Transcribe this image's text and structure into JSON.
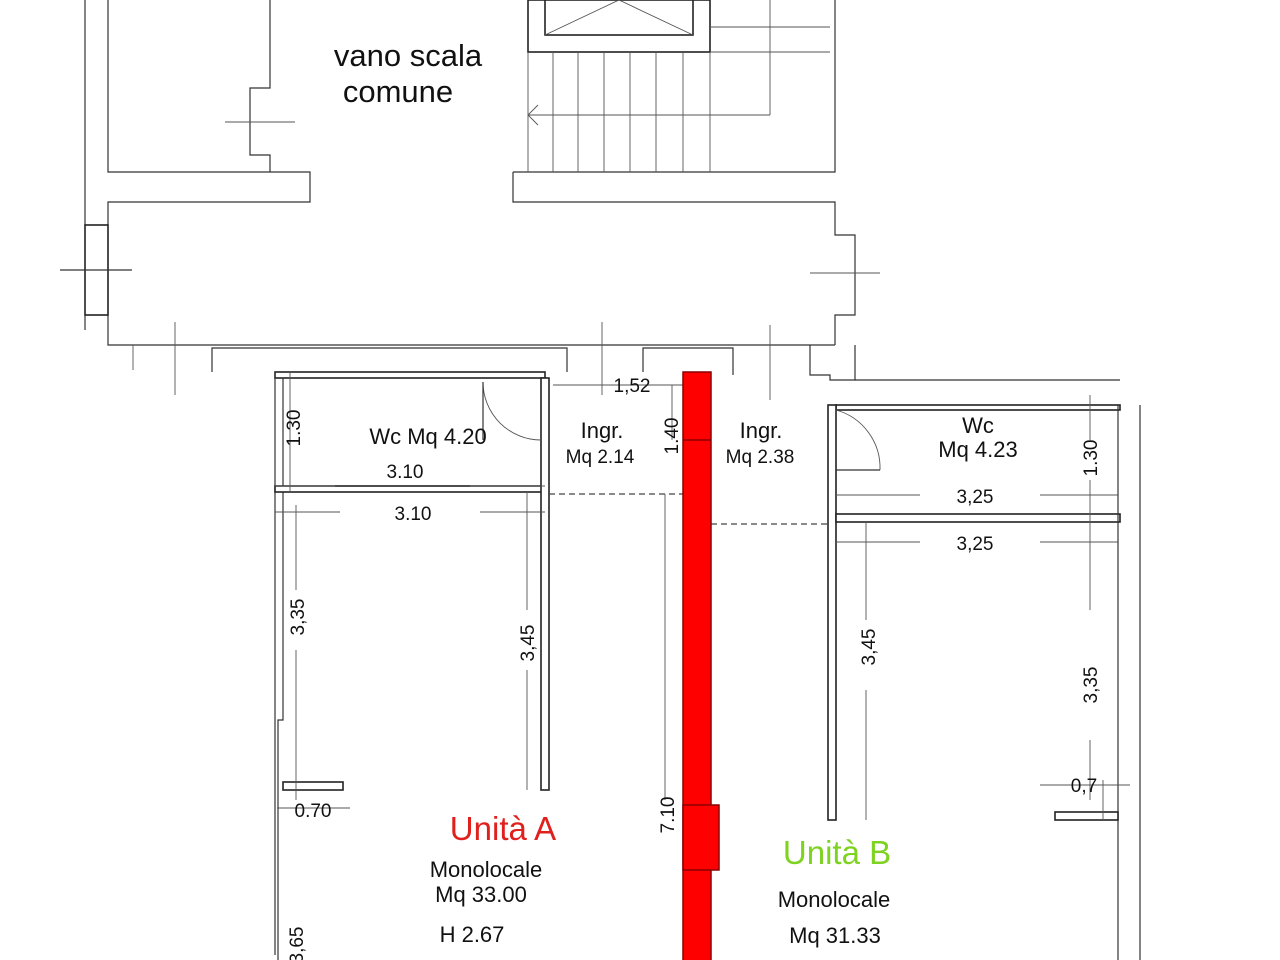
{
  "common_area": {
    "line1": "vano scala",
    "line2": "comune"
  },
  "unit_a": {
    "title": "Unità A",
    "type": "Monolocale",
    "area": "Mq 33.00",
    "height": "H 2.67",
    "color": "#e0201c",
    "wc": "Wc Mq 4.20",
    "entry_name": "Ingr.",
    "entry_area": "Mq 2.14"
  },
  "unit_b": {
    "title": "Unità B",
    "type": "Monolocale",
    "area": "Mq 31.33",
    "color": "#7ed321",
    "wc_name": "Wc",
    "wc_area": "Mq 4.23",
    "entry_name": "Ingr.",
    "entry_area": "Mq 2.38"
  },
  "dimensions": {
    "d152": "1,52",
    "d140": "1.40",
    "d130a": "1.30",
    "d310a": "3.10",
    "d310b": "3.10",
    "d335a": "3,35",
    "d345a": "3,45",
    "d070": "0.70",
    "d710": "7.10",
    "d365": "3,65",
    "d130b": "1.30",
    "d325a": "3,25",
    "d325b": "3,25",
    "d345b": "3,45",
    "d335b": "3,35",
    "d07": "0,7"
  },
  "colors": {
    "partition_wall": "#ff0000"
  }
}
